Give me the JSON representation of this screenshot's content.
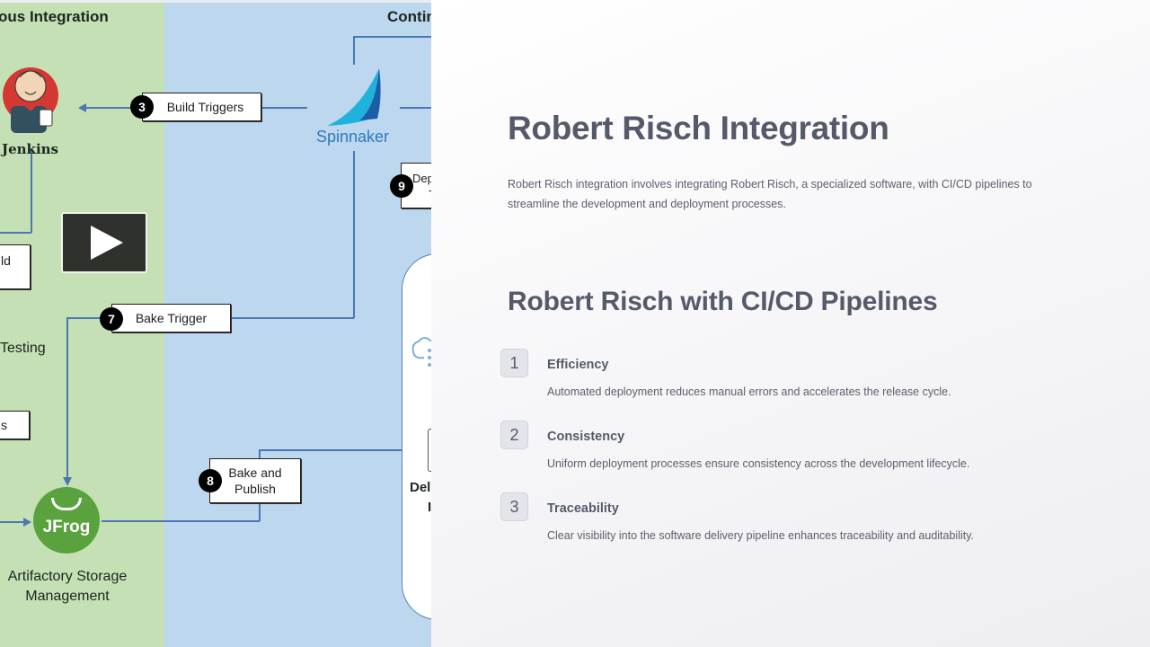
{
  "diagram": {
    "lane_ci_title": "ous  Integration",
    "lane_cd_title": "Contin",
    "jenkins_label": "Jenkins",
    "spinnaker_label": "Spinnaker",
    "jfrog_logo_text": "JFrog",
    "artifactory_label_line1": "Artifactory Storage",
    "artifactory_label_line2": "Management",
    "testing_label": "Testing",
    "partial_box_1": "ld",
    "partial_box_2": "s",
    "deploy_label_line1": "Del",
    "deploy_label_line2": "I",
    "steps": [
      {
        "number": "3",
        "label": "Build Triggers"
      },
      {
        "number": "7",
        "label": "Bake Trigger"
      },
      {
        "number": "8",
        "label_line1": "Bake and",
        "label_line2": "Publish"
      },
      {
        "number": "9",
        "label_line1": "Dep",
        "label_line2": "T"
      }
    ]
  },
  "content": {
    "title": "Robert Risch Integration",
    "intro": "Robert Risch integration involves integrating Robert Risch, a specialized software, with CI/CD pipelines to streamline the development and deployment processes.",
    "subtitle": "Robert Risch with CI/CD Pipelines",
    "items": [
      {
        "number": "1",
        "title": "Efficiency",
        "description": "Automated deployment reduces manual errors and accelerates the release cycle."
      },
      {
        "number": "2",
        "title": "Consistency",
        "description": "Uniform deployment processes ensure consistency across the development lifecycle."
      },
      {
        "number": "3",
        "title": "Traceability",
        "description": "Clear visibility into the software delivery pipeline enhances traceability and auditability."
      }
    ]
  }
}
